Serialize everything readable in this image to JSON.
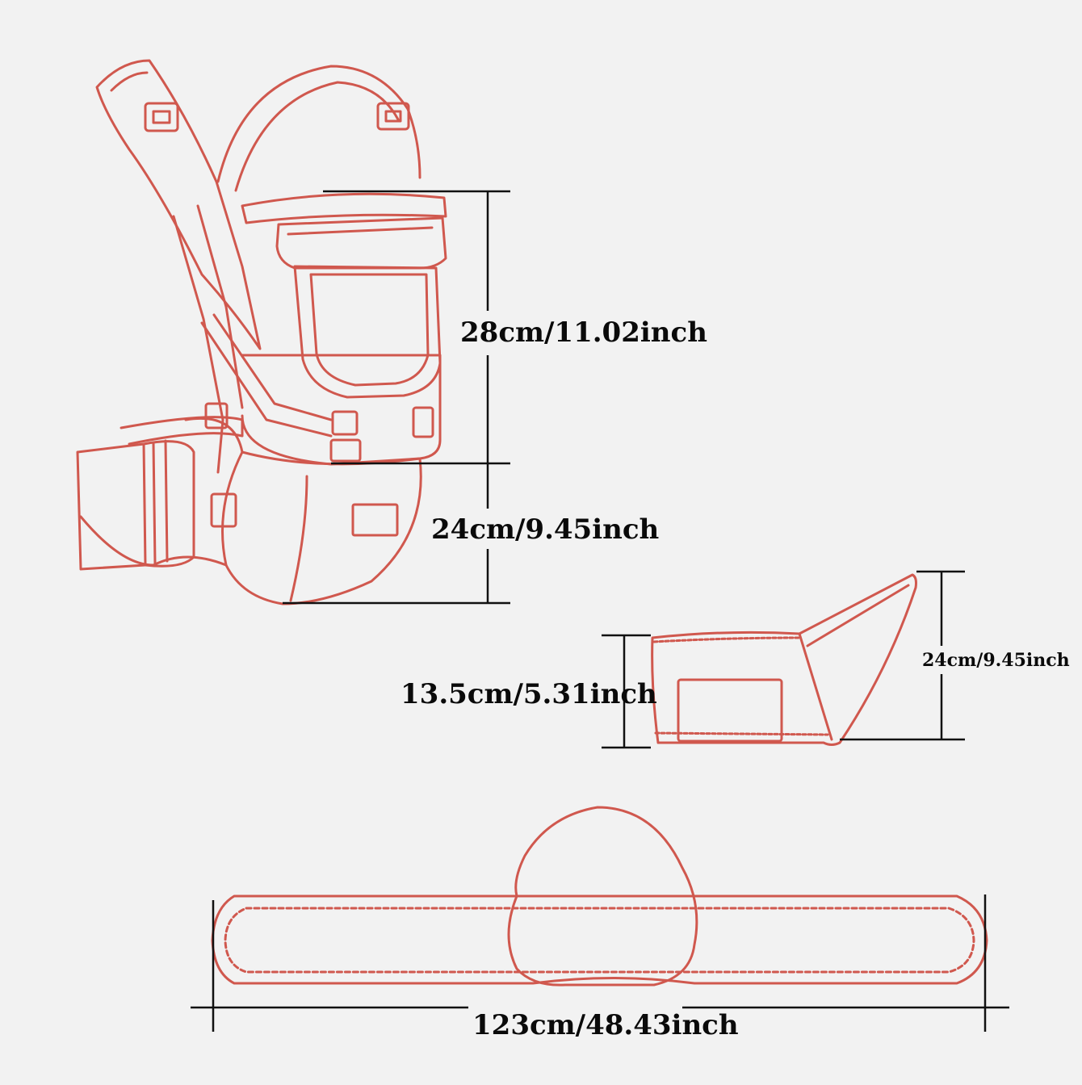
{
  "colors": {
    "background": "#f2f2f2",
    "outline": "#d0584e",
    "dimension_line": "#111111",
    "text": "#0a0a0a"
  },
  "dimensions": {
    "carrier_upper_height": "28cm/11.02inch",
    "carrier_lower_height": "24cm/9.45inch",
    "seat_front_height": "13.5cm/5.31inch",
    "seat_back_height": "24cm/9.45inch",
    "belt_length": "123cm/48.43inch"
  }
}
